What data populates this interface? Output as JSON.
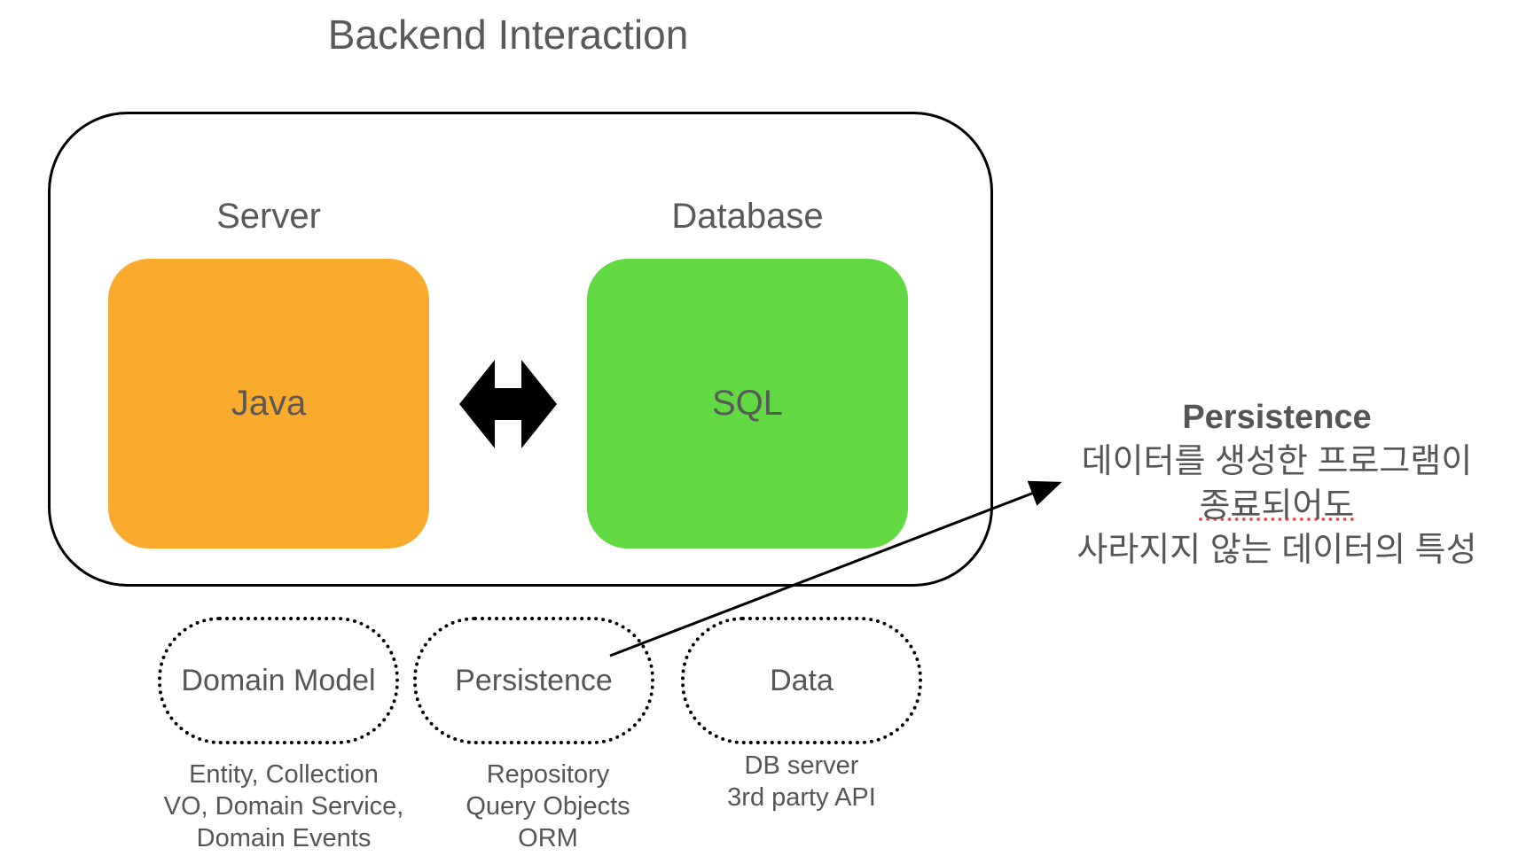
{
  "title": "Backend Interaction",
  "server": {
    "label": "Server",
    "box_text": "Java",
    "color": "#f9ab2d"
  },
  "database": {
    "label": "Database",
    "box_text": "SQL",
    "color": "#62d843"
  },
  "layers": [
    {
      "name": "Domain Model",
      "caption": [
        "Entity, Collection",
        "VO, Domain Service,",
        "Domain Events"
      ]
    },
    {
      "name": "Persistence",
      "caption": [
        "Repository",
        "Query Objects",
        "ORM"
      ]
    },
    {
      "name": "Data",
      "caption": [
        "DB server",
        "3rd party API"
      ]
    }
  ],
  "note": {
    "title": "Persistence",
    "lines": [
      "데이터를 생성한 프로그램이",
      "종료되어도",
      "사라지지 않는 데이터의 특성"
    ]
  },
  "icons": {
    "exchange": "double-arrow-icon"
  }
}
